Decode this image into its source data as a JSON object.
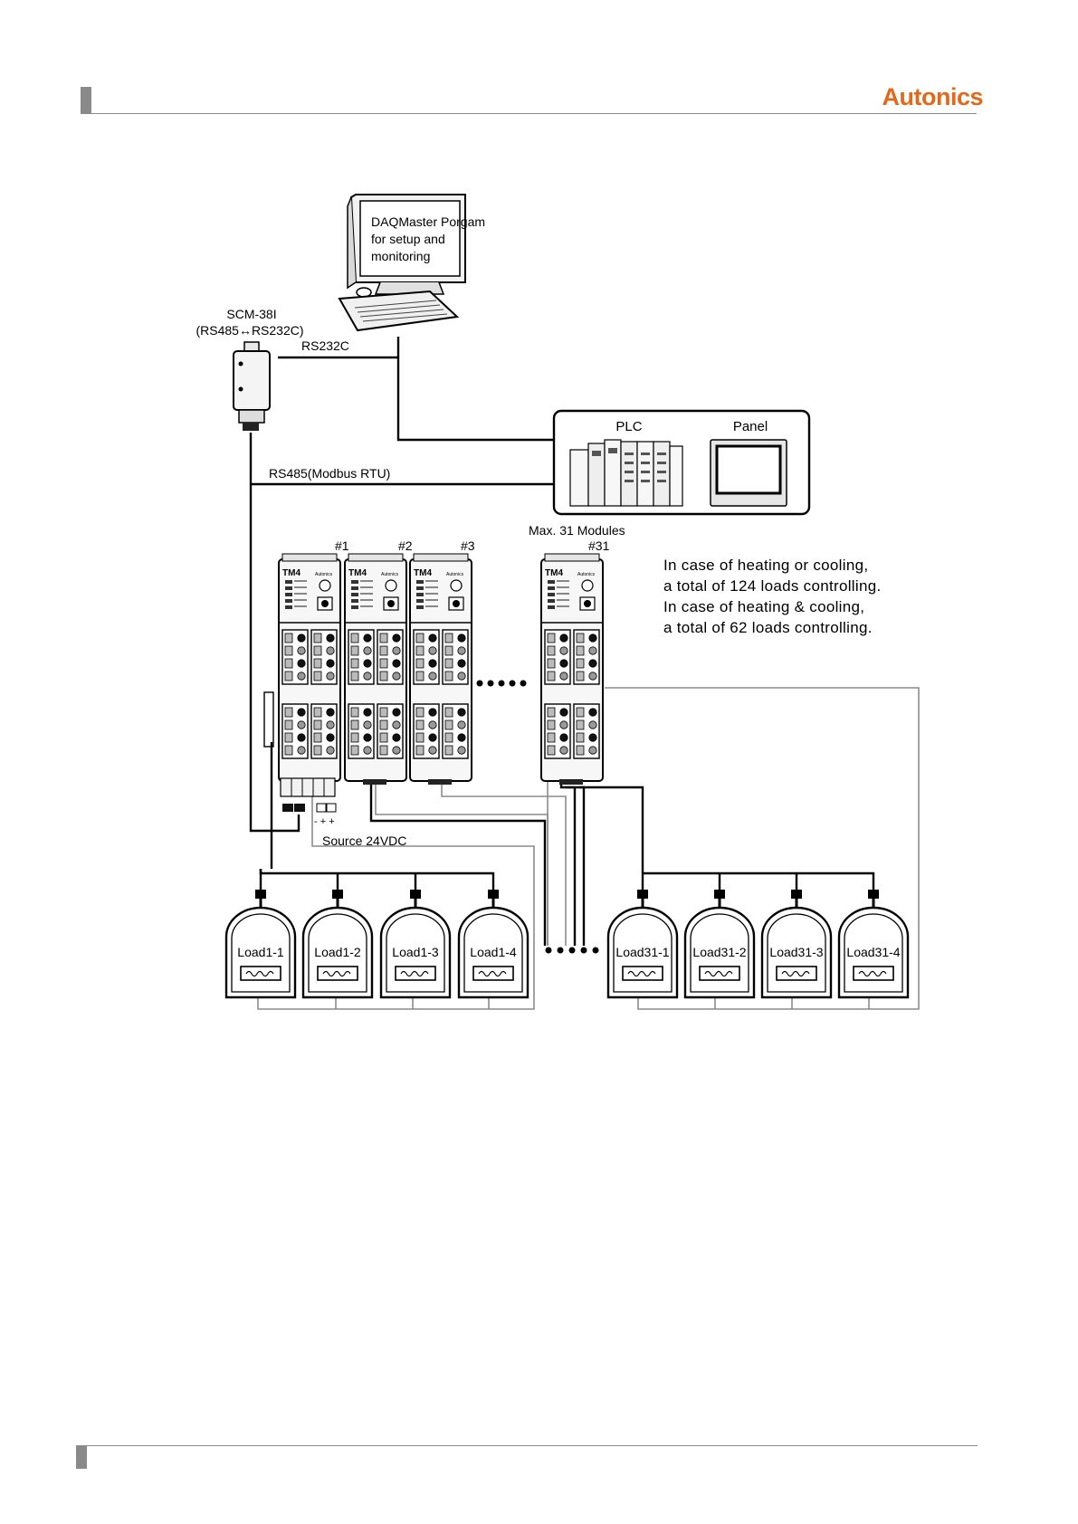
{
  "header": {
    "brand": "Autonics"
  },
  "computer": {
    "label_lines": [
      "DAQMaster Porgam",
      "for setup and",
      "monitoring"
    ]
  },
  "converter": {
    "name": "SCM-38I",
    "spec": "(RS485↔RS232C)"
  },
  "links": {
    "rs232": "RS232C",
    "rs485": "RS485(Modbus RTU)"
  },
  "controller_box": {
    "plc_label": "PLC",
    "panel_label": "Panel"
  },
  "modules": {
    "max_label": "Max. 31 Modules",
    "ids": [
      "#1",
      "#2",
      "#3",
      "#31"
    ],
    "model": "TM4",
    "brand_small": "Autonics"
  },
  "power": {
    "label": "Source 24VDC"
  },
  "notes": [
    "In case of heating or cooling,",
    "a total of 124 loads controlling.",
    "In case of heating & cooling,",
    "a total of 62 loads controlling."
  ],
  "loads": [
    "Load1-1",
    "Load1-2",
    "Load1-3",
    "Load1-4",
    "Load31-1",
    "Load31-2",
    "Load31-3",
    "Load31-4"
  ],
  "colors": {
    "brand": "#e06a1b",
    "wire_dark": "#000000",
    "wire_light": "#8c8c8c"
  }
}
